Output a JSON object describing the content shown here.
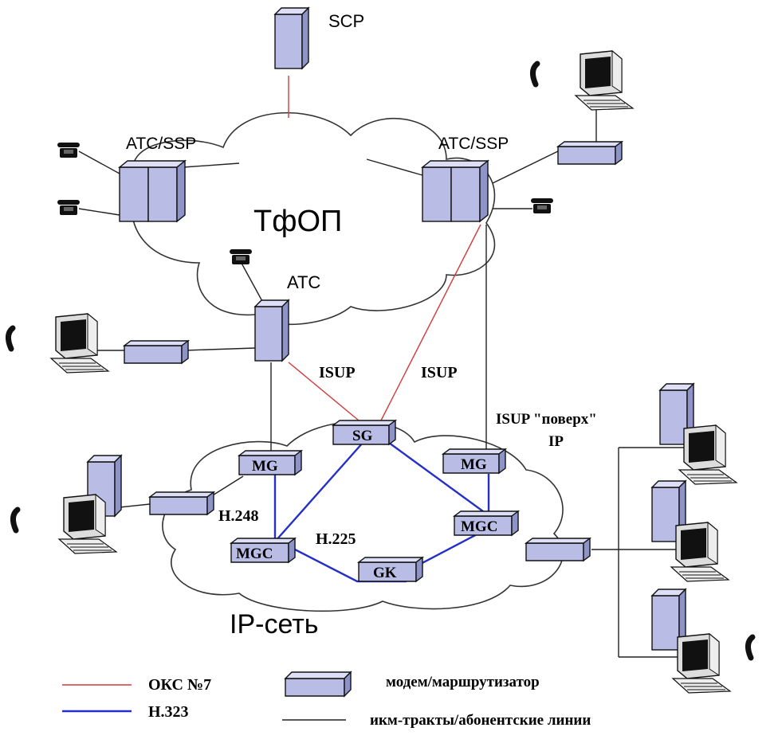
{
  "clouds": {
    "pstn_label": "ТфОП",
    "ip_label": "IP-сеть"
  },
  "nodes": {
    "scp": "SCP",
    "ats_ssp_left": "АТС/SSP",
    "ats_ssp_right": "АТС/SSP",
    "ats": "АТС",
    "sg": "SG",
    "mg_left": "MG",
    "mg_right": "MG",
    "mgc_left": "MGC",
    "mgc_right": "MGC",
    "gk": "GK"
  },
  "links": {
    "isup_left": "ISUP",
    "isup_right": "ISUP",
    "isup_over_ip_1": "ISUP \"поверх\"",
    "isup_over_ip_2": "IP",
    "h248": "H.248",
    "h225": "H.225"
  },
  "legend": {
    "oks7": "ОКС №7",
    "h323": "H.323",
    "modem_router": "модем/маршрутизатор",
    "pcm_lines": "икм-тракты/абонентские линии"
  },
  "colors": {
    "signaling_red": "#d23a3a",
    "h323_blue": "#2630c8",
    "equipment_fill": "#b9bde6"
  }
}
